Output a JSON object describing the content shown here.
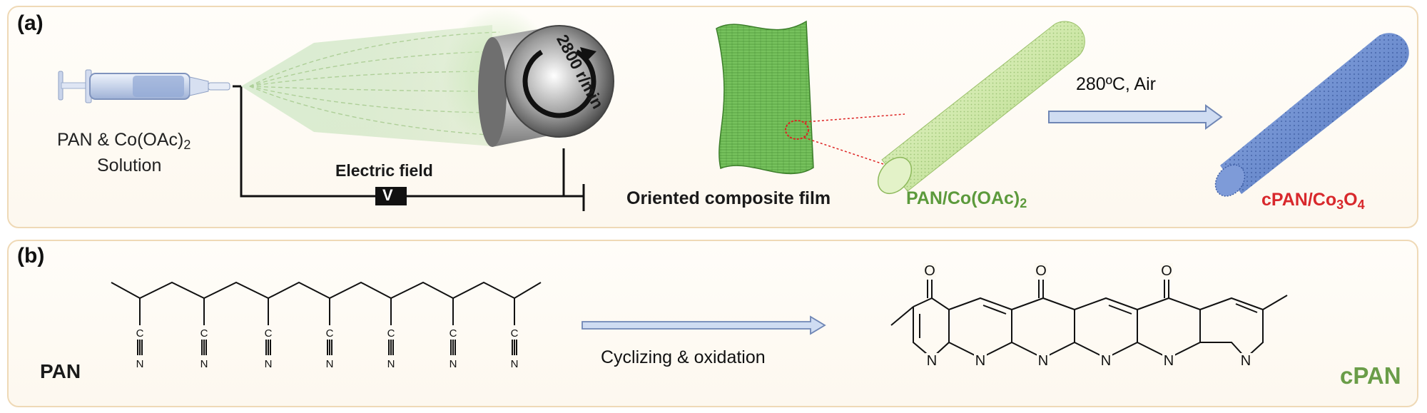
{
  "panel_a": {
    "label": "(a)",
    "syringe_label_line1_prefix": "PAN & Co(OAc)",
    "syringe_label_line1_sub": "2",
    "syringe_label_line2": "Solution",
    "electric_field_label": "Electric field",
    "voltage_symbol": "V",
    "rotation_speed": "2800 r/min",
    "film_label": "Oriented composite film",
    "fiber_label_prefix": "PAN/Co(OAc)",
    "fiber_label_sub": "2",
    "arrow_label": "280ºC,  Air",
    "product_label_prefix": "cPAN/Co",
    "product_label_sub1": "3",
    "product_label_mid": "O",
    "product_label_sub2": "4",
    "colors": {
      "fiber_label": "#5c9a3c",
      "product_label": "#d8282c",
      "arrow_fill": "#cfdcf2",
      "arrow_stroke": "#6f86b5"
    }
  },
  "panel_b": {
    "label": "(b)",
    "reactant_label": "PAN",
    "arrow_label": "Cyclizing & oxidation",
    "product_label": "cPAN",
    "atom_c": "C",
    "atom_n": "N",
    "atom_o": "O",
    "colors": {
      "product_label": "#6a9d48"
    }
  }
}
